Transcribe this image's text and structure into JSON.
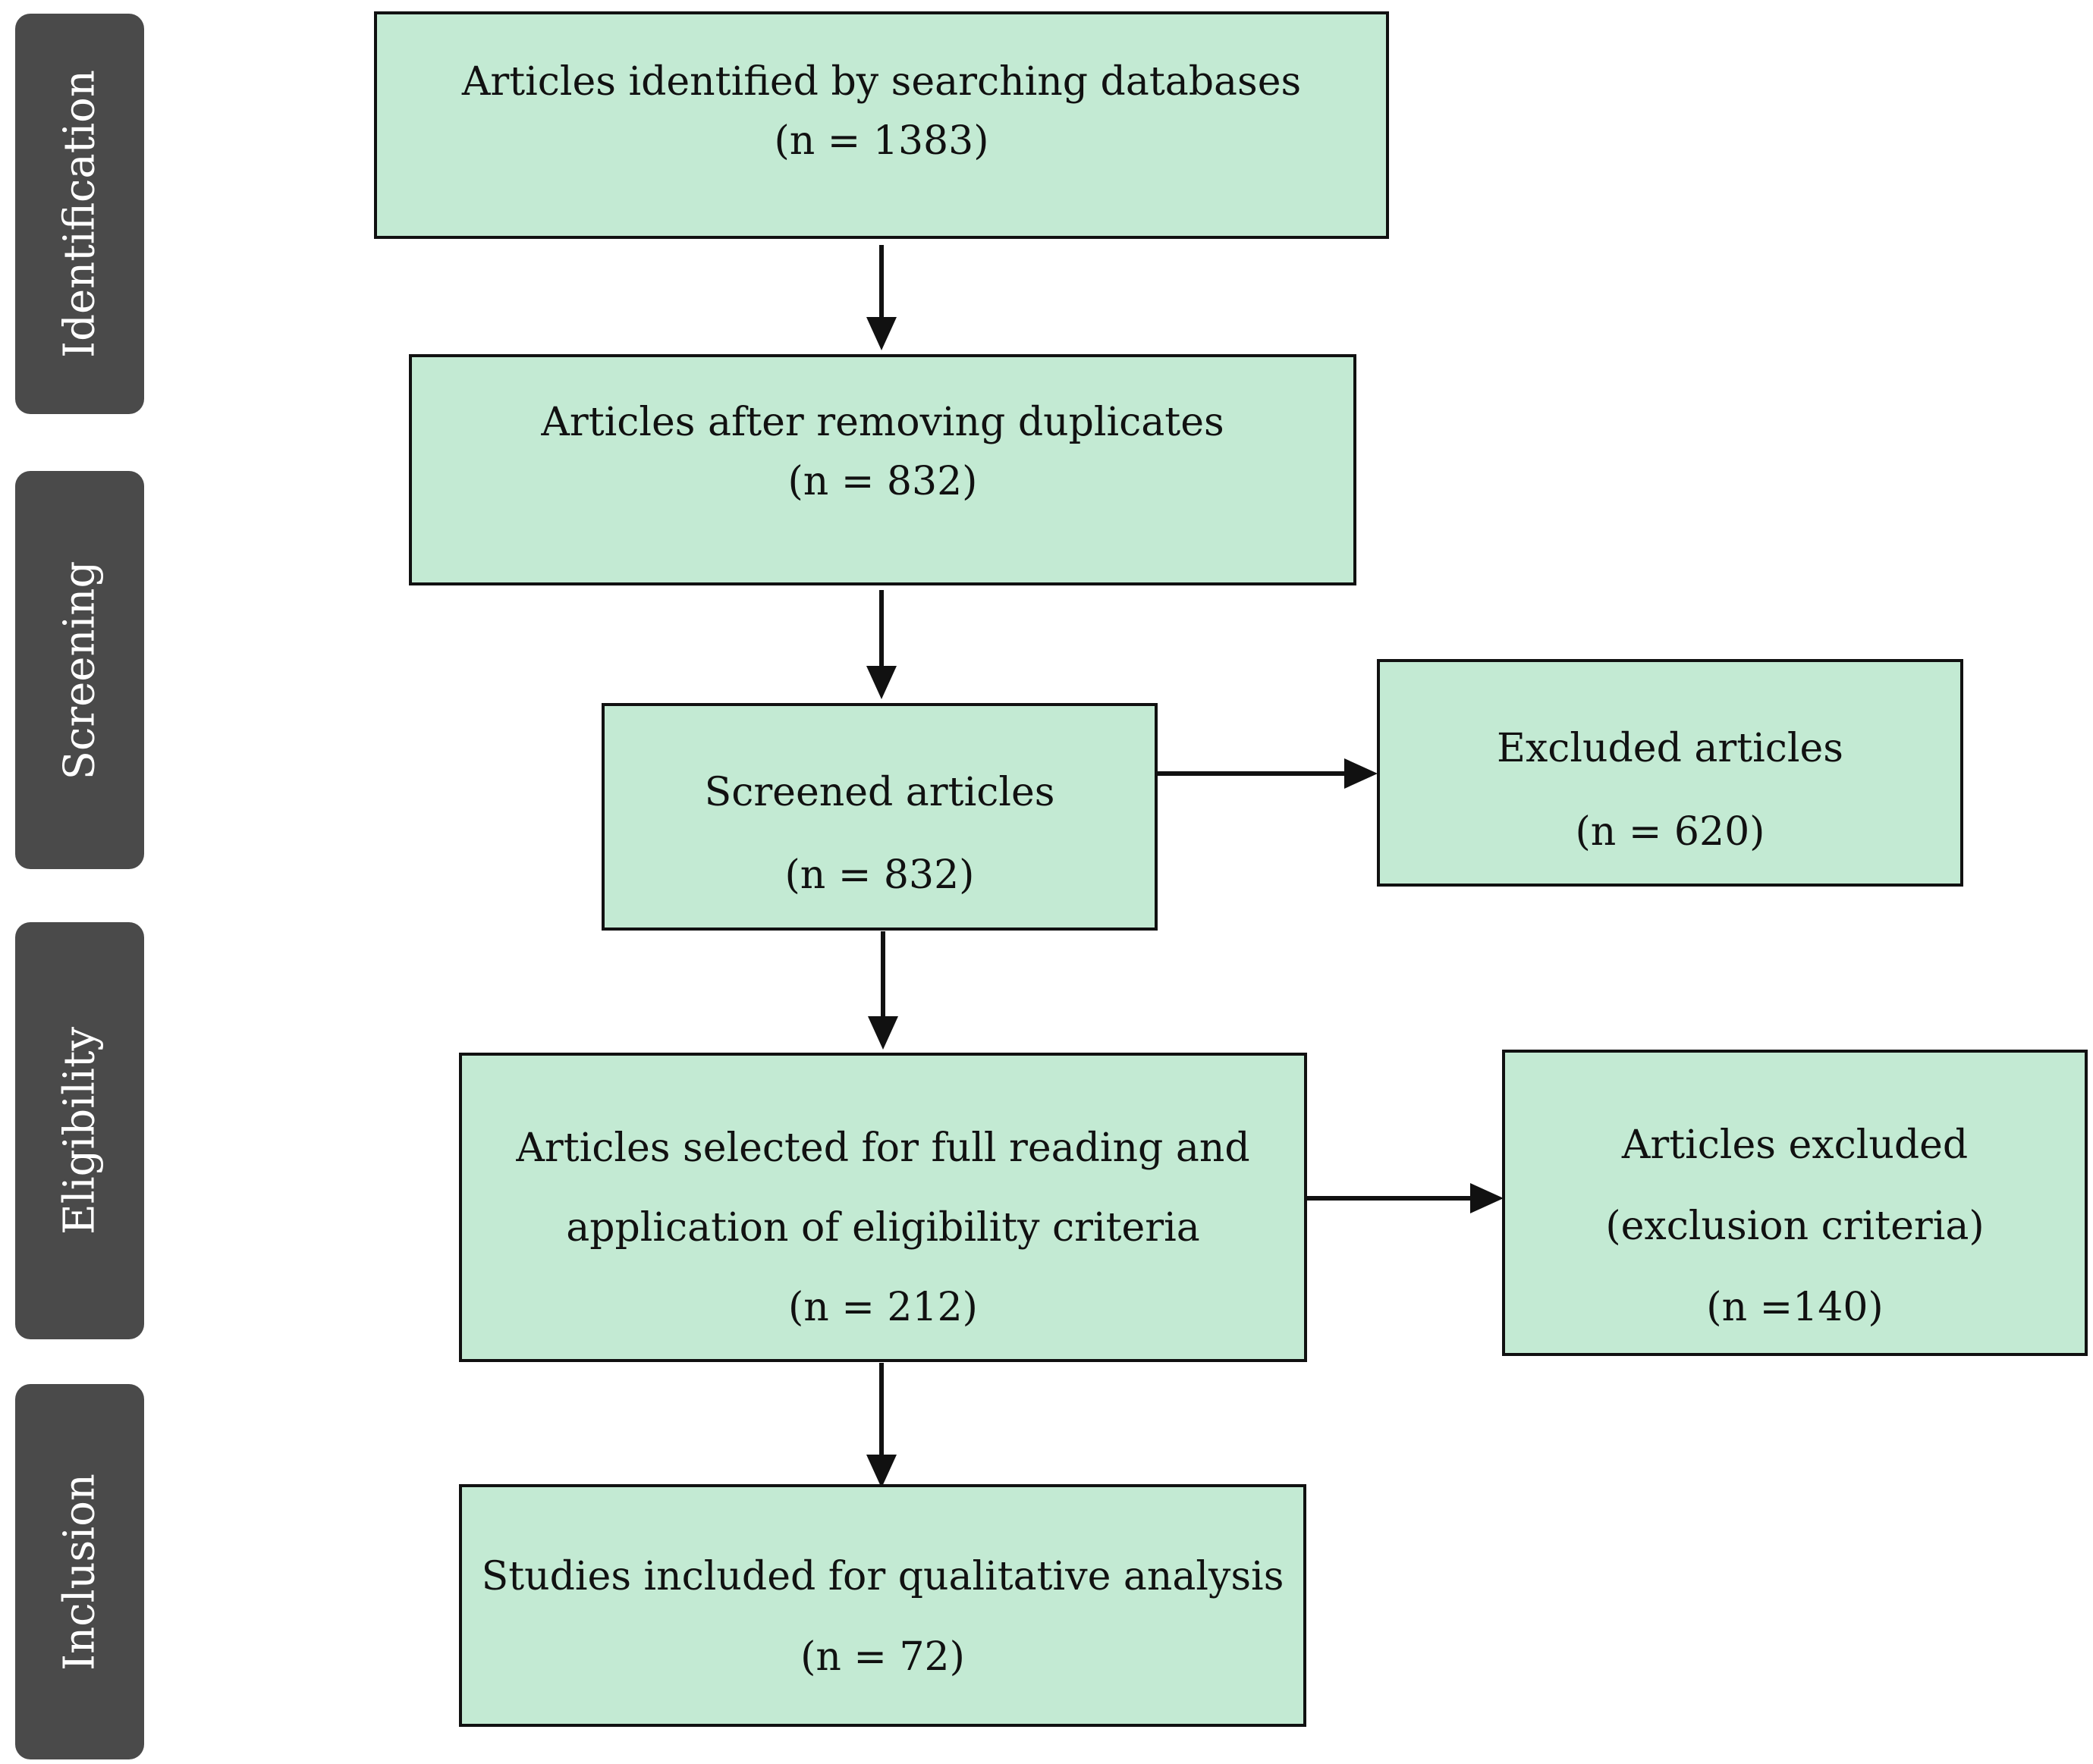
{
  "phases": {
    "identification": "Identification",
    "screening": "Screening",
    "eligibility": "Eligibility",
    "inclusion": "Inclusion"
  },
  "boxes": {
    "identified": {
      "text": "Articles identified by searching databases",
      "count": "(n = 1383)"
    },
    "deduplicated": {
      "text": "Articles after removing duplicates",
      "count": "(n = 832)"
    },
    "screened": {
      "text": "Screened articles",
      "count": "(n = 832)"
    },
    "excluded": {
      "text": "Excluded articles",
      "count": "(n = 620)"
    },
    "full_reading": {
      "line1": "Articles selected for full reading and",
      "line2": "application of eligibility criteria",
      "count": "(n = 212)"
    },
    "excluded_criteria": {
      "line1": "Articles excluded",
      "line2": "(exclusion criteria)",
      "count": "(n =140)"
    },
    "included": {
      "text": "Studies included for qualitative analysis",
      "count": "(n = 72)"
    }
  },
  "colors": {
    "box_fill": "#c3ead3",
    "phase_fill": "#4a4a4a",
    "stroke": "#111111"
  }
}
